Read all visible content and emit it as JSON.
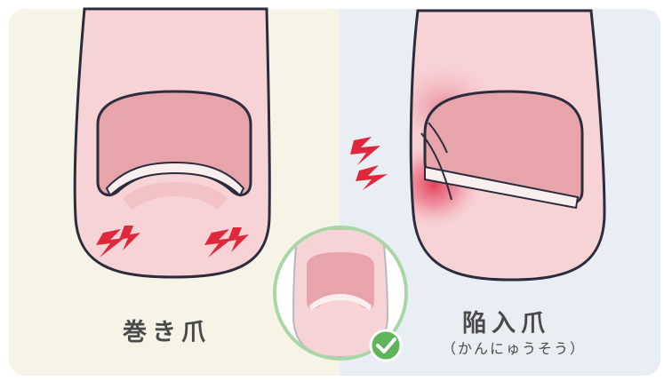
{
  "labels": {
    "left_title": "巻き爪",
    "right_title": "陥入爪",
    "right_reading": "（かんにゅうそう）"
  },
  "colors": {
    "left_bg": "#f6f4e6",
    "right_bg": "#e9eef4",
    "skin": "#f7d3d5",
    "skin_shadow": "#eaa9b0",
    "outline": "#2b2c3d",
    "nail": "#e7a5ab",
    "nail_edge": "#fbeeee",
    "pain": "#e0283c",
    "inflammation": "#e23a55",
    "check_ring": "#a9d6a6",
    "check_badge": "#5fb55b"
  },
  "icons": {
    "pain_marks": "lightning-bolt-icon",
    "badge": "checkmark-icon"
  }
}
